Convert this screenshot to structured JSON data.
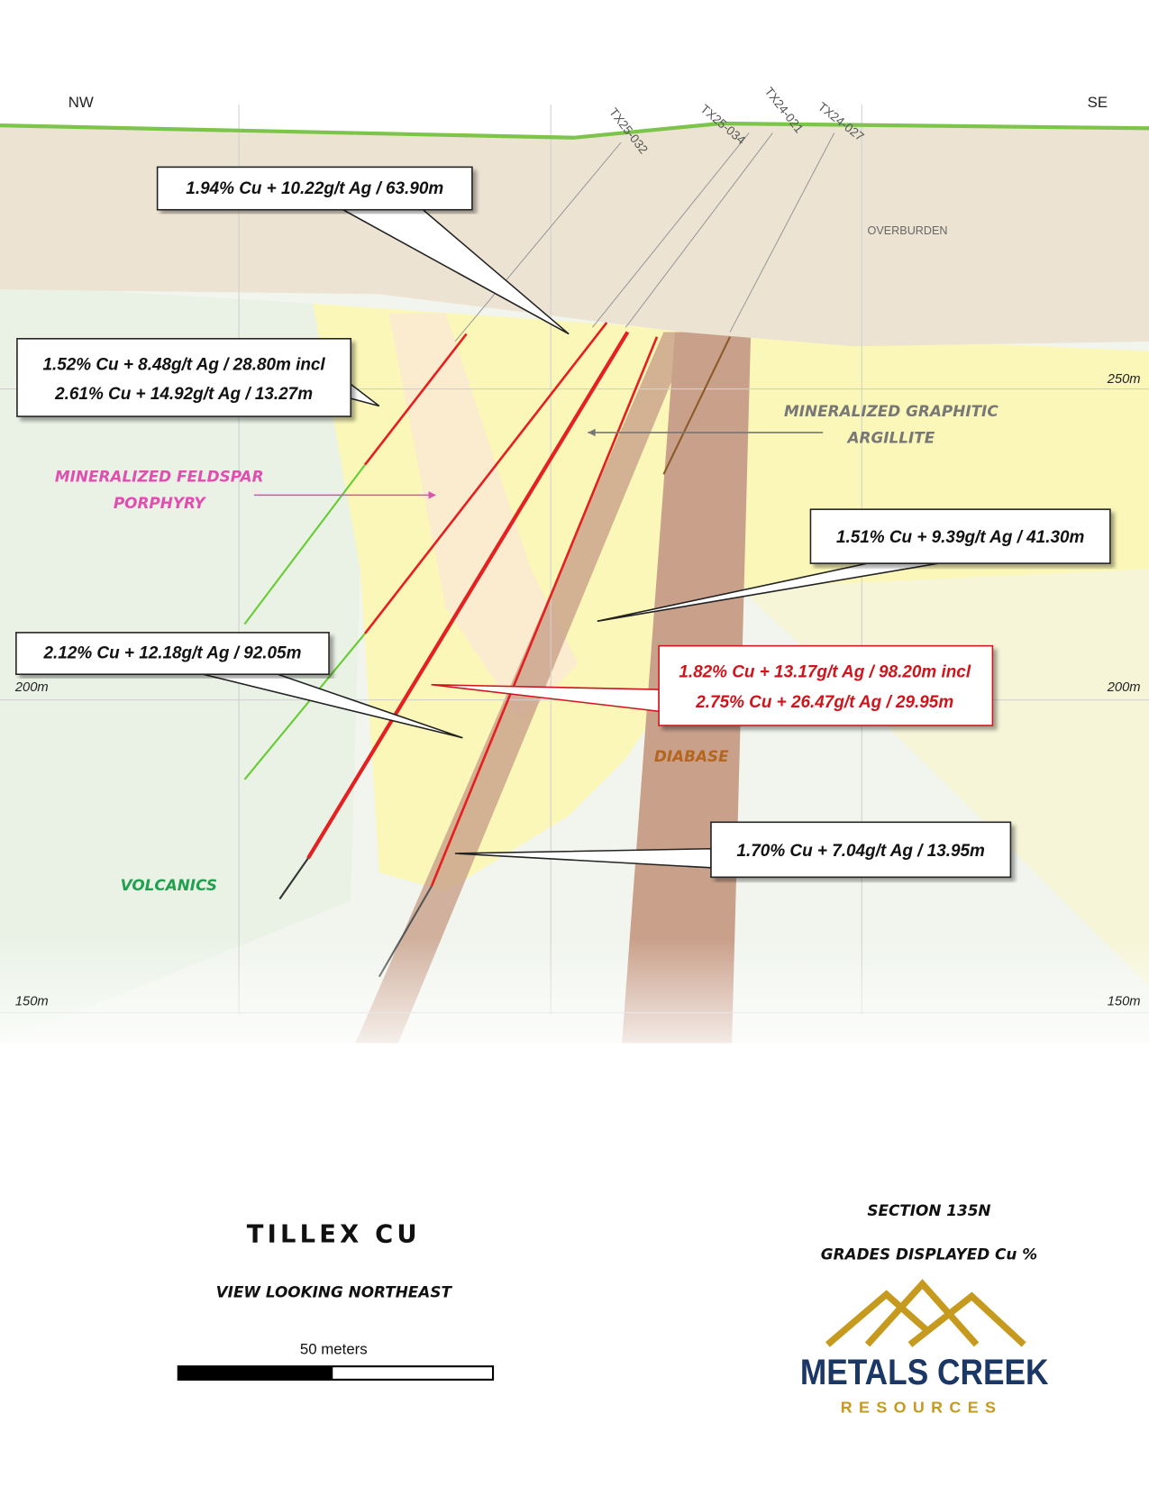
{
  "orientation": {
    "left": "NW",
    "right": "SE"
  },
  "elevations": {
    "e250": "250m",
    "e200": "200m",
    "e150": "150m"
  },
  "drill_holes": [
    "TX25-032",
    "TX24-021",
    "TX25-034",
    "TX24-027"
  ],
  "units": {
    "overburden": "OVERBURDEN",
    "graphitic_1": "MINERALIZED GRAPHITIC",
    "graphitic_2": "ARGILLITE",
    "feldspar_1": "MINERALIZED FELDSPAR",
    "feldspar_2": "PORPHYRY",
    "diabase": "DIABASE",
    "volcanics": "VOLCANICS"
  },
  "callouts": {
    "c1": "1.94% Cu + 10.22g/t Ag / 63.90m",
    "c2a": "1.52% Cu + 8.48g/t Ag / 28.80m incl",
    "c2b": "2.61% Cu + 14.92g/t Ag / 13.27m",
    "c3": "1.51% Cu + 9.39g/t Ag / 41.30m",
    "c4": "2.12% Cu + 12.18g/t Ag / 92.05m",
    "c5a": "1.82% Cu + 13.17g/t Ag / 98.20m incl",
    "c5b": "2.75% Cu + 26.47g/t Ag / 29.95m",
    "c6": "1.70% Cu + 7.04g/t Ag / 13.95m"
  },
  "footer": {
    "project": "TILLEX CU",
    "view": "VIEW LOOKING NORTHEAST",
    "scale_label": "50 meters",
    "section": "SECTION 135N",
    "grades": "GRADES DISPLAYED Cu %"
  },
  "logo": {
    "name": "METALS CREEK",
    "sub": "RESOURCES"
  },
  "colors": {
    "surface": "#7cc44a",
    "overburden": "#ece3d3",
    "mineralized": "#fbf7b8",
    "diabase": "#c9a08a",
    "highlight": "#d0141c",
    "logo_gold": "#c59a1f",
    "logo_navy": "#1b3766"
  }
}
